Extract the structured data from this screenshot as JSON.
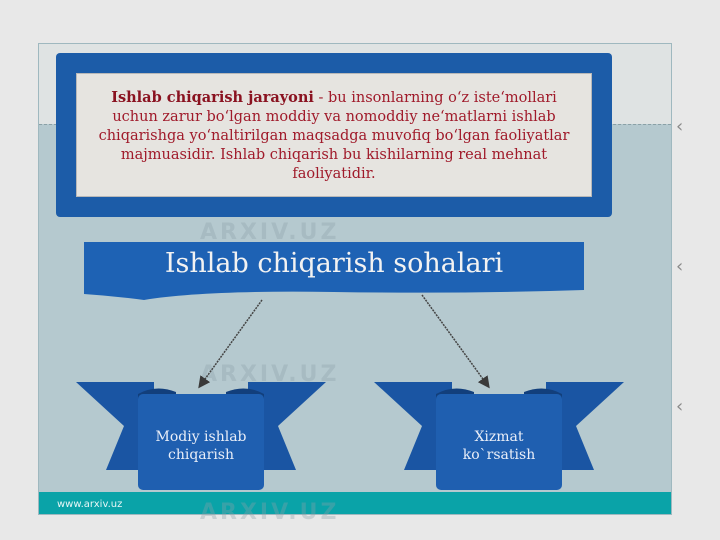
{
  "definition": {
    "term": "Ishlab  chiqarish  jarayoni",
    "text": " - bu  insonlarning o‘z iste‘mollari uchun zarur bo‘lgan   moddiy  va   nomoddiy ne‘matlarni ishlab  chiqarishga  yo‘naltirilgan maqsadga muvofiq bo‘lgan faoliyatlar majmuasidir. Ishlab  chiqarish bu  kishilarning  real  mehnat  faoliyatidir."
  },
  "banner": {
    "title": "Ishlab chiqarish sohalari"
  },
  "branches": [
    {
      "label": "Modiy ishlab chiqarish"
    },
    {
      "label": "Xizmat ko`rsatish"
    }
  ],
  "footer": {
    "url": "www.arxiv.uz"
  },
  "watermark": {
    "text": "ARXIV.UZ"
  },
  "colors": {
    "frame": "#1c5ca8",
    "banner": "#1e62b4",
    "ribbon": "#1a55a3",
    "footer": "#0aa3a8",
    "definition_text": "#a01a2a"
  }
}
